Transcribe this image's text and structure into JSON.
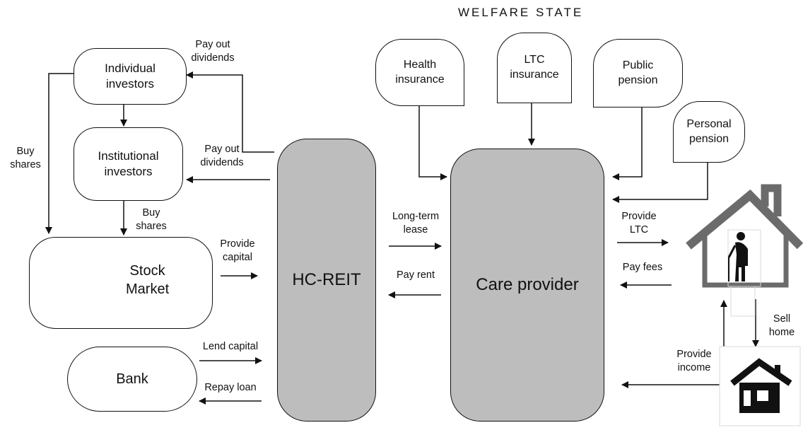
{
  "title": "WELFARE STATE",
  "nodes": {
    "individual_investors": "Individual\ninvestors",
    "institutional_investors": "Institutional\ninvestors",
    "stock_market": "Stock\nMarket",
    "bank": "Bank",
    "hc_reit": "HC-REIT",
    "care_provider": "Care provider",
    "health_insurance": "Health\ninsurance",
    "ltc_insurance": "LTC\ninsurance",
    "public_pension": "Public\npension",
    "personal_pension": "Personal\npension"
  },
  "edges": {
    "pay_out_dividends_top": "Pay out\ndividends",
    "pay_out_dividends_mid": "Pay out\ndividends",
    "buy_shares_left": "Buy\nshares",
    "buy_shares_mid": "Buy\nshares",
    "provide_capital": "Provide\ncapital",
    "lend_capital": "Lend capital",
    "repay_loan": "Repay loan",
    "long_term_lease": "Long-term\nlease",
    "pay_rent": "Pay rent",
    "provide_ltc": "Provide\nLTC",
    "pay_fees": "Pay fees",
    "sell_home": "Sell\nhome",
    "provide_income": "Provide\nincome"
  },
  "icons": {
    "stock_market": "dollar-cycle-icon",
    "elderly_home": "elderly-person-house-icon",
    "home": "house-icon"
  },
  "colors": {
    "reit_fill": "#bdbdbd",
    "care_fill": "#bdbdbd",
    "house_outline": "#6b6b6b"
  }
}
